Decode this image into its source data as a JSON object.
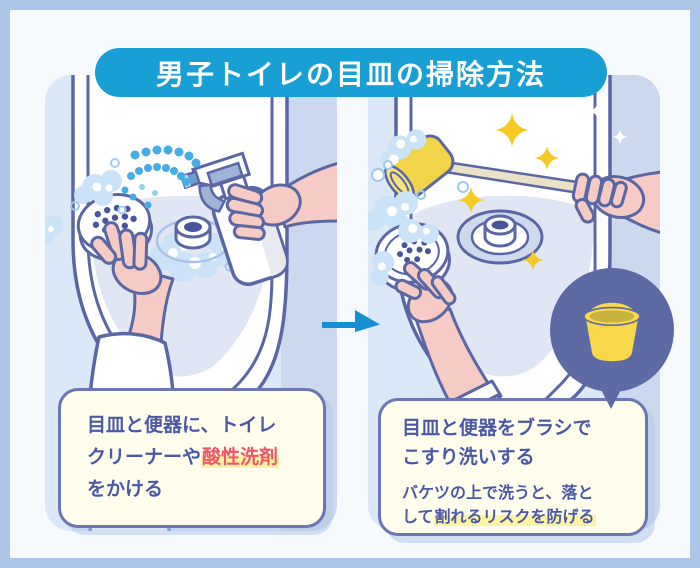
{
  "title": "男子トイレの目皿の掃除方法",
  "steps": {
    "step1": {
      "caption": {
        "line1": "目皿と便器に、トイレ",
        "line2_pre": "クリーナーや",
        "line2_highlight": "酸性洗剤",
        "line3": "をかける"
      }
    },
    "step2": {
      "caption": {
        "main_line1": "目皿と便器をブラシで",
        "main_line2": "こすり洗いする",
        "sub_line1": "バケツの上で洗うと、落と",
        "sub_line2_pre": "して",
        "sub_line2_highlight": "割れるリスクを防げる"
      }
    }
  },
  "icons": {
    "arrow": "right-arrow-icon",
    "bucket": "bucket-icon",
    "spray_bottle": "spray-bottle-icon",
    "brush": "toilet-brush-icon",
    "drain_plate": "drain-plate-icon",
    "sparkle": "sparkle-icon",
    "foam": "foam-bubbles-icon"
  },
  "colors": {
    "banner_blue": "#189fd6",
    "arrow_blue": "#1690d2",
    "panel_blue": "#dbe8f8",
    "outline_navy": "#5b67a4",
    "text_navy": "#4b58a5",
    "accent_red": "#f2566b",
    "highlight_yellow": "#fcf3a3",
    "bucket_yellow": "#f8d84b",
    "callout_circle": "#5d6aa3",
    "box_cream": "#fffdec",
    "box_border": "#6b76b2",
    "frame_blue": "#adc5e6",
    "spray_dot_blue": "#45ace5",
    "sparkle_yellow": "#f6c924",
    "hand_pink": "#f6cbc5"
  }
}
